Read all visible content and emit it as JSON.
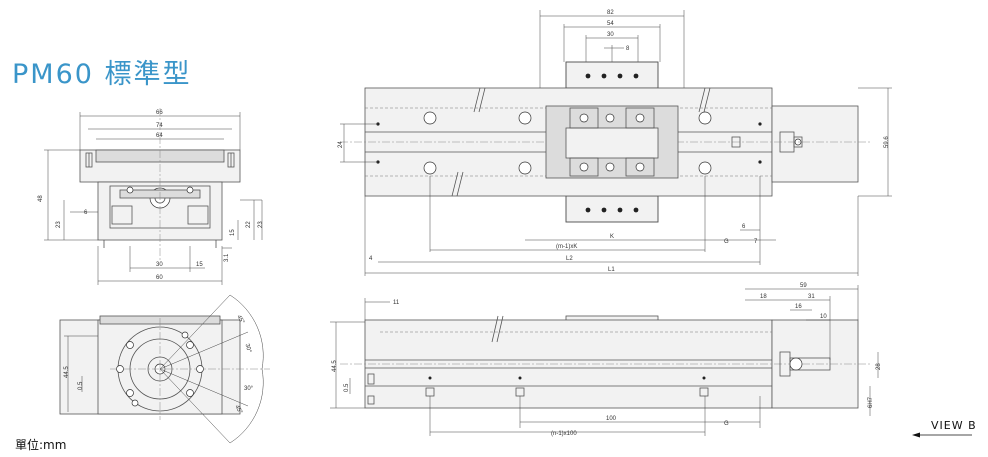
{
  "title": "PM60 標準型",
  "unit_label": "單位:mm",
  "view_label": "VIEW  B",
  "front_view": {
    "top_dims": [
      "66",
      "74",
      "64"
    ],
    "side_dims": [
      "48",
      "23",
      "6",
      "22",
      "23",
      "15",
      "3.1"
    ],
    "bottom_dims": [
      "30",
      "15",
      "60"
    ]
  },
  "end_view": {
    "dims": [
      "44.5",
      "0.5",
      "45°",
      "30°",
      "30°",
      "45°"
    ]
  },
  "top_view": {
    "carriage_dims": [
      "82",
      "54",
      "30",
      "8"
    ],
    "left_dims": [
      "24",
      "4"
    ],
    "right_dims": [
      "59.6"
    ],
    "bottom_dims": [
      "K",
      "(m-1)xK",
      "L2",
      "L1",
      "G",
      "6",
      "7"
    ]
  },
  "side_view": {
    "left_dims": [
      "11",
      "44.5",
      "0.5"
    ],
    "right_dims": [
      "59",
      "18",
      "31",
      "16",
      "10",
      "6H7",
      "28"
    ],
    "bottom_dims": [
      "100",
      "(n-1)x100",
      "G"
    ]
  }
}
